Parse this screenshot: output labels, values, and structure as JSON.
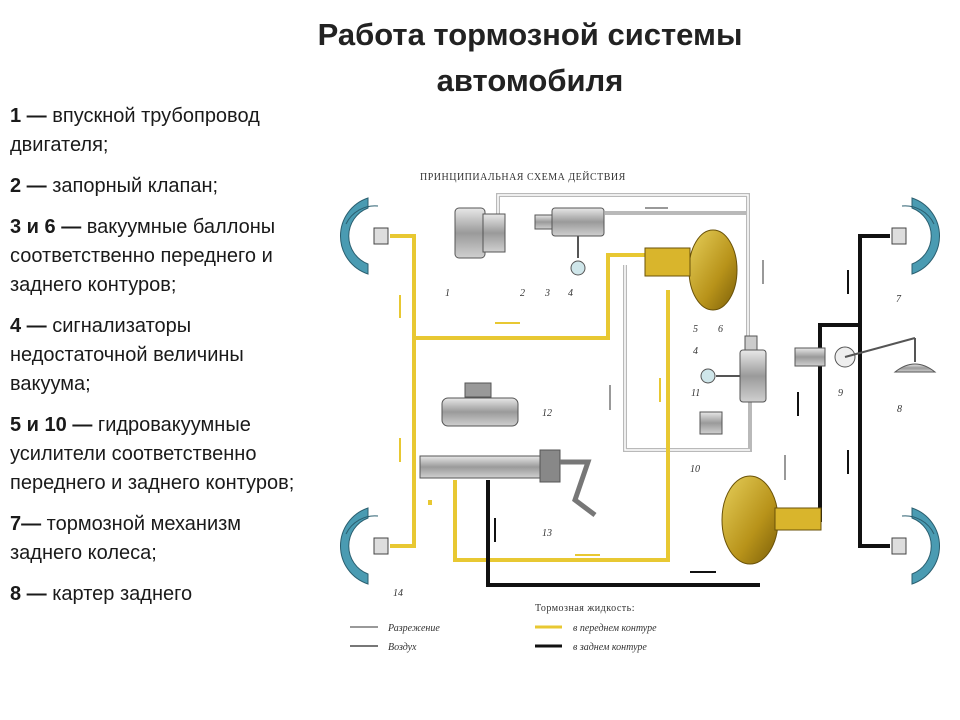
{
  "title": {
    "line1": "Работа тормозной системы",
    "line2": "автомобиля"
  },
  "legend": [
    {
      "num": "1 —",
      "text": " впускной трубопровод двигателя;"
    },
    {
      "num": "2 —",
      "text": " запорный клапан;"
    },
    {
      "num": "3 и 6 —",
      "text": " вакуумные баллоны соответственно переднего и заднего контуров;"
    },
    {
      "num": "4 —",
      "text": " сигнализаторы недостаточной величины вакуума;"
    },
    {
      "num": "5 и 10 —",
      "text": " гидровакуумные усилители соответственно переднего и заднего контуров;"
    },
    {
      "num": "7—",
      "text": " тормозной механизм заднего колеса;"
    },
    {
      "num": "8 —",
      "text": " картер заднего"
    }
  ],
  "diagram": {
    "caption": "ПРИНЦИПИАЛЬНАЯ СХЕМА ДЕЙСТВИЯ",
    "numbers": {
      "n1": "1",
      "n2": "2",
      "n3": "3",
      "n4a": "4",
      "n5": "5",
      "n6": "6",
      "n4b": "4",
      "n11": "11",
      "n7": "7",
      "n9": "9",
      "n8": "8",
      "n12": "12",
      "n13": "13",
      "n10": "10",
      "n14": "14"
    },
    "key": {
      "vacuum": "Разрежение",
      "air": "Воздух",
      "fluid_title": "Тормозная жидкость:",
      "front": "в переднем контуре",
      "rear": "в заднем контуре"
    }
  },
  "colors": {
    "front_line": "#e8c832",
    "rear_line": "#111111",
    "vacuum_line": "#b9b9b9",
    "drum": "#4a9bb2",
    "booster": "#c9a820"
  }
}
